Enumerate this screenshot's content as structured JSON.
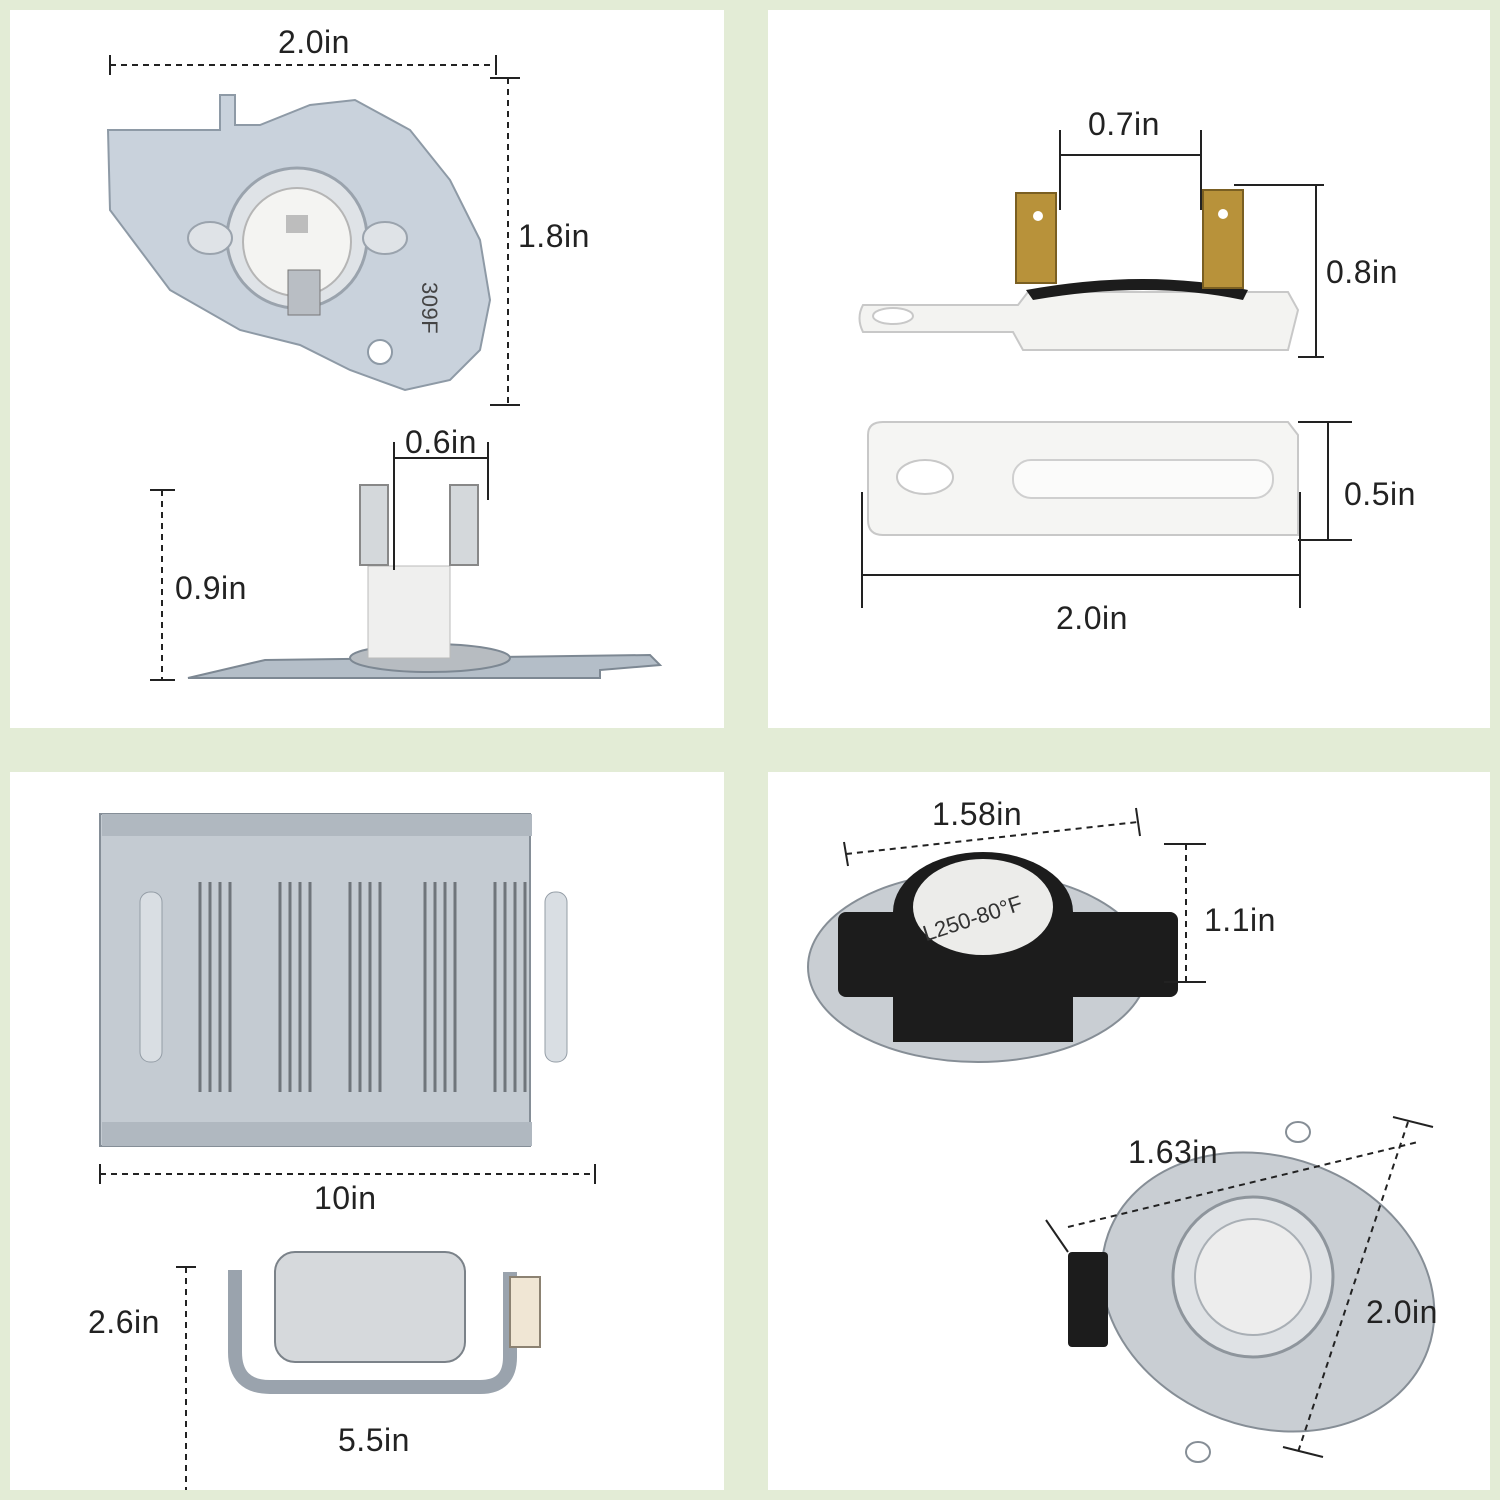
{
  "panels": {
    "top_left": {
      "plate_width": "2.0in",
      "plate_height": "1.8in",
      "plate_stamp": "309F",
      "terminal_gap": "0.6in",
      "side_height": "0.9in"
    },
    "top_right": {
      "terminal_gap": "0.7in",
      "fuse_height": "0.8in",
      "fuse_width": "0.5in",
      "fuse_length": "2.0in"
    },
    "bottom_left": {
      "element_length": "10in",
      "end_height": "2.6in",
      "end_width": "5.5in"
    },
    "bottom_right": {
      "body_width": "1.58in",
      "body_height": "1.1in",
      "body_stamp": "L250-80°F",
      "disc_width": "1.63in",
      "flange_length": "2.0in"
    }
  },
  "colors": {
    "background_border": "#e3ecd6",
    "panel": "#ffffff",
    "metal": "#c9d2dc",
    "ceramic": "#f2f2f0",
    "black_body": "#1c1c1c",
    "brass": "#b8923a"
  }
}
